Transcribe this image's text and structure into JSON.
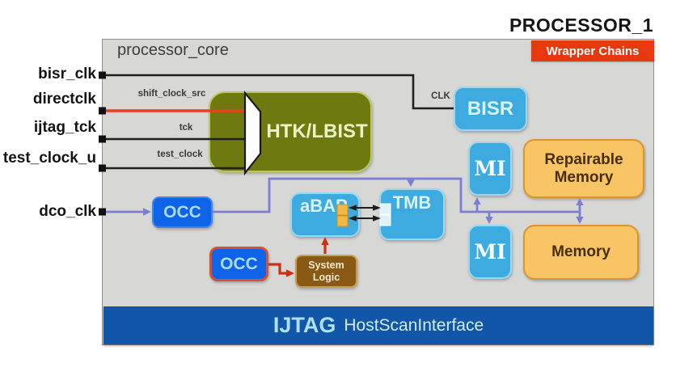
{
  "window": {
    "title": "PROCESSOR_1"
  },
  "core": {
    "label": "processor_core",
    "badge": "Wrapper Chains"
  },
  "ports": {
    "bisr_clk": "bisr_clk",
    "directclk": "directclk",
    "ijtag_tck": "ijtag_tck",
    "test_clock_u": "test_clock_u",
    "dco_clk": "dco_clk"
  },
  "signals": {
    "shift_clock_src": "shift_clock_src",
    "tck": "tck",
    "test_clock": "test_clock",
    "clk": "CLK"
  },
  "blocks": {
    "htk_lbist": "HTK/LBIST",
    "bisr": "BISR",
    "mi_top": "MI",
    "mi_bottom": "MI",
    "repairable_memory": "Repairable Memory",
    "memory": "Memory",
    "occ_main": "OCC",
    "occ_wrapped": "OCC",
    "abap": "aBAP",
    "tmb": "TMB",
    "system_logic": "System Logic"
  },
  "footer": {
    "protocol": "IJTAG",
    "interface": "HostScanInterface"
  },
  "colors": {
    "core_fill": "#d7d7d5",
    "wrapper_badge": "#e8380d",
    "block_blue": "#3dabe0",
    "block_dark_blue": "#0e63e8",
    "olive": "#6e7a10",
    "amber": "#f9c564",
    "brown": "#8a5a14",
    "footer_blue": "#1156a9",
    "purple_line": "#7d7dd6",
    "red_line": "#e8401a",
    "black_line": "#1f1f1f"
  }
}
